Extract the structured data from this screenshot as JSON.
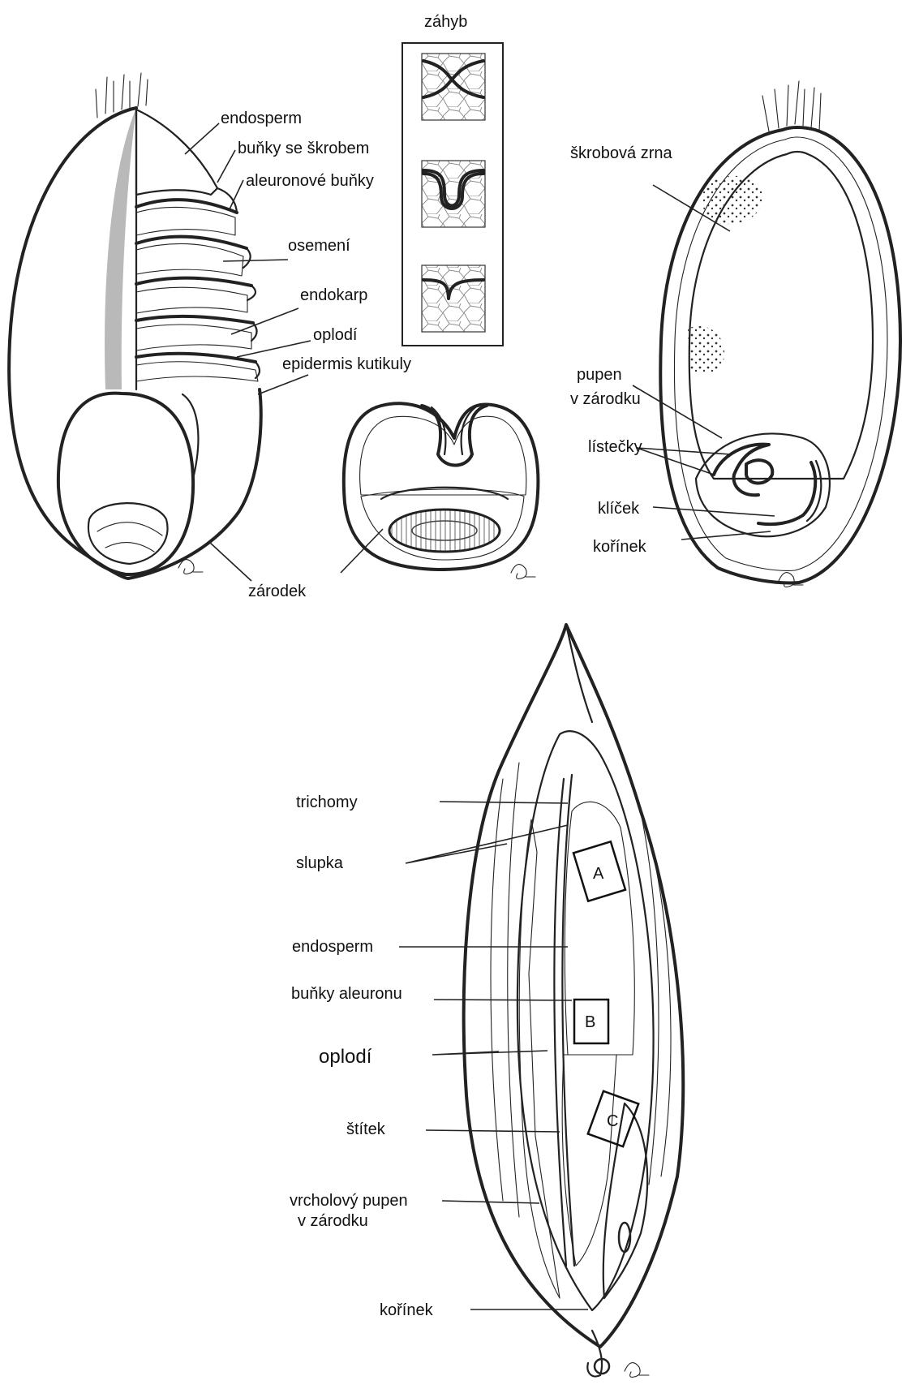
{
  "figure_top": {
    "labels": {
      "endosperm": "endosperm",
      "bunky_se_skrobem": "buňky se škrobem",
      "aleuronove_bunky": "aleuronové buňky",
      "osemeni": "osemení",
      "endokarp": "endokarp",
      "oplodi": "oplodí",
      "epidermis_kutikuly": "epidermis kutikuly",
      "zarodek": "zárodek",
      "zahyb": "záhyb",
      "skrobova_zrna": "škrobová zrna",
      "pupen_line1": "pupen",
      "pupen_line2": "v zárodku",
      "listecky": "lístečky",
      "klicek": "klíček",
      "korinek": "kořínek"
    }
  },
  "figure_bottom": {
    "labels": {
      "trichomy": "trichomy",
      "slupka": "slupka",
      "endosperm": "endosperm",
      "bunky_aleuronu": "buňky aleuronu",
      "oplodi": "oplodí",
      "stitek": "štítek",
      "vrcholovy_line1": "vrcholový pupen",
      "vrcholovy_line2": "v zárodku",
      "korinek": "kořínek"
    },
    "boxes": {
      "a": "A",
      "b": "B",
      "c": "C"
    }
  }
}
